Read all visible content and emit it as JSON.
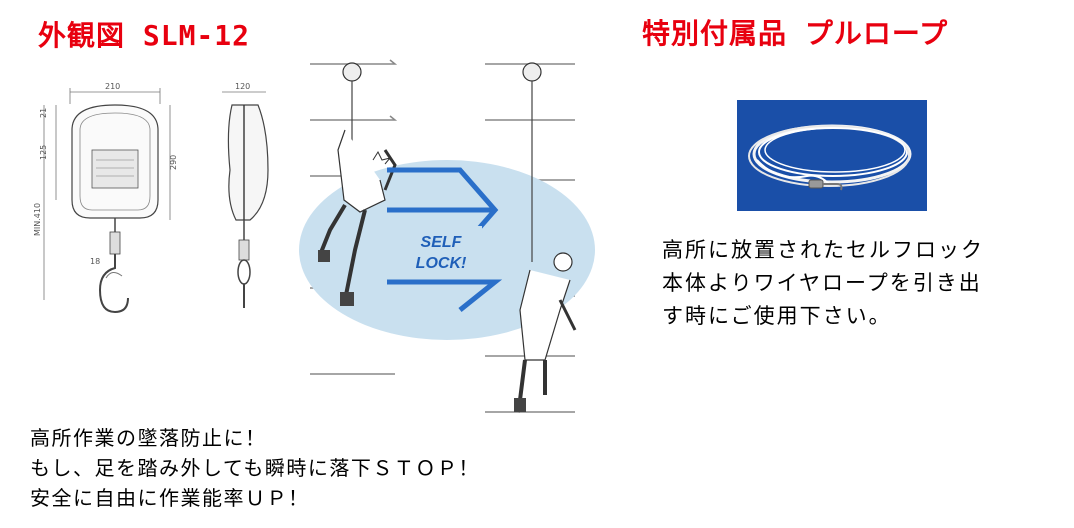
{
  "left_title": "外観図 SLM-12",
  "right_title": "特別付属品 プルロープ",
  "drawing": {
    "dims": {
      "width_front": "210",
      "width_side": "120",
      "height_a": "21",
      "height_b": "125",
      "height_c": "290",
      "height_d": "MIN.410",
      "hook": "18"
    },
    "badge_line1": "SELF",
    "badge_line2": "LOCK!"
  },
  "pull_rope_description": [
    "高所に放置されたセルフロック",
    "本体よりワイヤロープを引き出",
    "す時にご使用下さい。"
  ],
  "slogan": [
    "高所作業の墜落防止に！",
    "もし、足を踏み外しても瞬時に落下ＳＴＯＰ！",
    "安全に自由に作業能率ＵＰ！"
  ]
}
